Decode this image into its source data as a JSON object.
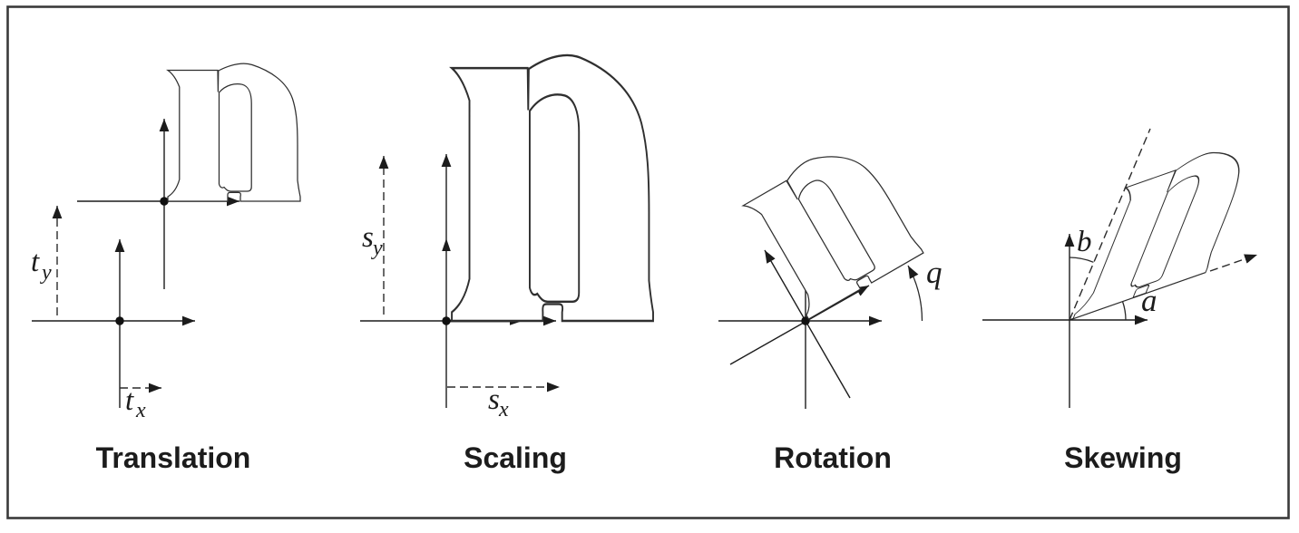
{
  "figure": {
    "description": "Four-panel diagram of 2D geometric transformations applied to an outlined serif letter",
    "letter": "n",
    "background": "#ffffff",
    "border_color": "#3a3a3a",
    "line_color": "#1c1c1c",
    "panels": [
      {
        "caption": "Translation",
        "labels": [
          {
            "main": "t",
            "sub": "y"
          },
          {
            "main": "t",
            "sub": "x"
          }
        ]
      },
      {
        "caption": "Scaling",
        "labels": [
          {
            "main": "s",
            "sub": "y"
          },
          {
            "main": "s",
            "sub": "x"
          }
        ]
      },
      {
        "caption": "Rotation",
        "labels": [
          {
            "main": "q",
            "sub": ""
          }
        ]
      },
      {
        "caption": "Skewing",
        "labels": [
          {
            "main": "b",
            "sub": ""
          },
          {
            "main": "a",
            "sub": ""
          }
        ]
      }
    ]
  }
}
